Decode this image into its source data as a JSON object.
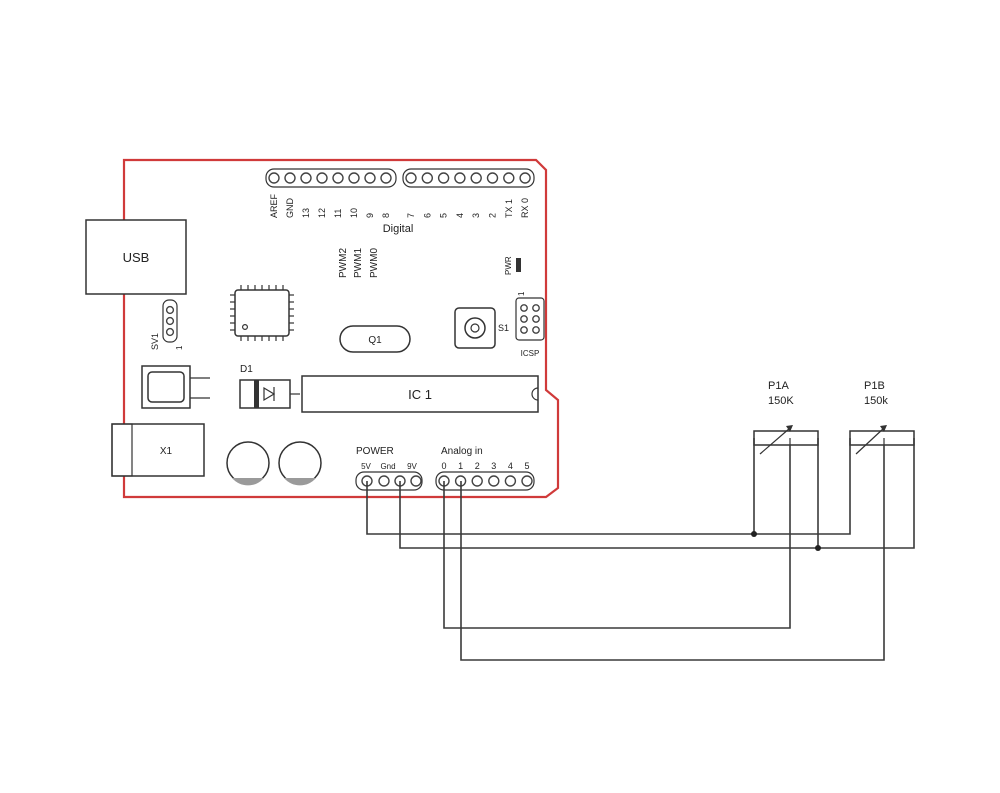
{
  "board": {
    "outline_color": "#d03a3a",
    "usb_label": "USB",
    "power_jack_label": "X1",
    "regulator_label": "SV1",
    "regulator_pin1": "1",
    "diode_label": "D1",
    "crystal_label": "Q1",
    "chip_label": "IC 1",
    "reset_label": "S1",
    "pwr_label": "PWR",
    "icsp_label": "ICSP",
    "icsp_pin1": "1",
    "digital_label": "Digital",
    "digital_pins": [
      "AREF",
      "GND",
      "13",
      "12",
      "11",
      "10",
      "9",
      "8",
      "7",
      "6",
      "5",
      "4",
      "3",
      "2",
      "TX 1",
      "RX 0"
    ],
    "pwm_labels": [
      "PWM2",
      "PWM1",
      "PWM0"
    ],
    "power_header_label": "POWER",
    "power_pins": [
      "5V",
      "Gnd",
      "9V"
    ],
    "analog_header_label": "Analog in",
    "analog_pins": [
      "0",
      "1",
      "2",
      "3",
      "4",
      "5"
    ]
  },
  "potentiometers": [
    {
      "name": "P1A",
      "value": "150K"
    },
    {
      "name": "P1B",
      "value": "150k"
    }
  ]
}
